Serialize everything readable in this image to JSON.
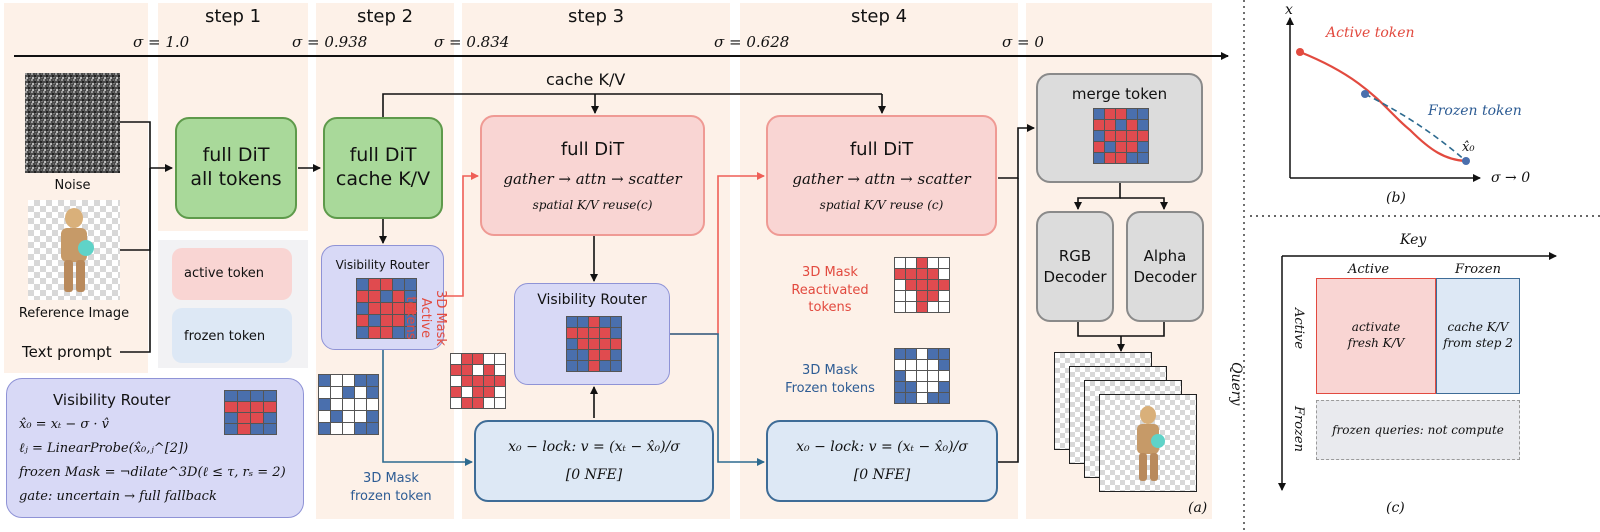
{
  "steps": [
    {
      "label": "step 1"
    },
    {
      "label": "step 2"
    },
    {
      "label": "step 3"
    },
    {
      "label": "step 4"
    }
  ],
  "sigmas": [
    "σ = 1.0",
    "σ = 0.938",
    "σ = 0.834",
    "σ = 0.628",
    "σ = 0"
  ],
  "inputs": {
    "noise": "Noise",
    "reference": "Reference Image",
    "text_prompt": "Text prompt"
  },
  "blocks": {
    "step1": [
      "full DiT",
      "all tokens"
    ],
    "step2": [
      "full DiT",
      "cache K/V"
    ],
    "cache_kv": "cache K/V",
    "full_dit": "full DiT",
    "gather": "gather → attn → scatter",
    "spatial_reuse_3": "spatial K/V reuse(c)",
    "spatial_reuse_4": "spatial K/V reuse (c)",
    "visibility_router": "Visibility Router",
    "x0_lock": "x₀ − lock: v = (xₜ − x̂₀)/σ",
    "nfe": "[0 NFE]",
    "merge_token": "merge token",
    "rgb_decoder": [
      "RGB",
      "Decoder"
    ],
    "alpha_decoder": [
      "Alpha",
      "Decoder"
    ]
  },
  "legend": {
    "active": "active token",
    "frozen": "frozen token"
  },
  "masks": {
    "active_tokens": [
      "3D Mask",
      "Active tokens"
    ],
    "frozen_token": [
      "3D Mask",
      "frozen token"
    ],
    "reactivated": [
      "3D Mask",
      "Reactivated tokens"
    ],
    "frozen_tokens": [
      "3D Mask",
      "Frozen tokens"
    ]
  },
  "router_panel": {
    "title": "Visibility Router",
    "eq1": "x̂₀ = xₜ − σ · v̂",
    "eq2": "ℓⱼ = LinearProbe(x̂₀,ⱼ^[2])",
    "eq3": "frozen Mask = ¬dilate^3D(ℓ ≤ τ, rₛ = 2)",
    "eq4": "gate: uncertain → full fallback"
  },
  "panel_a": {
    "caption": "(a)"
  },
  "panel_b": {
    "y_label": "x",
    "x_label": "σ → 0",
    "active": "Active token",
    "frozen": "Frozen token",
    "endpoint": "x̂₀",
    "caption": "(b)"
  },
  "panel_c": {
    "key": "Key",
    "query": "Query",
    "col_active": "Active",
    "col_frozen": "Frozen",
    "row_active": "Active",
    "row_frozen": "Frozen",
    "cell_aa": [
      "activate",
      "fresh K/V"
    ],
    "cell_af": [
      "cache K/V",
      "from step 2"
    ],
    "cell_f": "frozen queries: not compute",
    "caption": "(c)"
  },
  "colors": {
    "active": "#e24a3f",
    "frozen": "#2d5c94",
    "accent_red": "#e04b4f",
    "accent_blue": "#4a6fad"
  }
}
